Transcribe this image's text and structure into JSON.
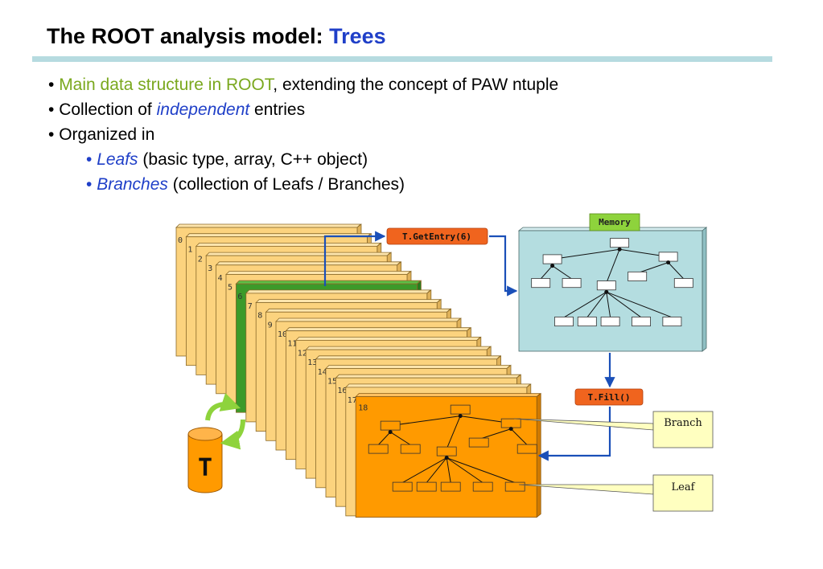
{
  "slide": {
    "title_main": "The ROOT analysis model: ",
    "title_accent": "Trees"
  },
  "bullets": [
    {
      "prefix": "Main data structure in ROOT",
      "text": ", extending the concept of PAW ntuple"
    },
    {
      "pre": "Collection of ",
      "em": "independent",
      "post": " entries"
    },
    {
      "text": "Organized in"
    }
  ],
  "sub_bullets": [
    {
      "em": "Leafs",
      "text": " (basic type, array, C++ object)"
    },
    {
      "em": "Branches",
      "text": " (collection of Leafs / Branches)"
    }
  ],
  "diagram": {
    "entry_numbers": [
      "0",
      "1",
      "2",
      "3",
      "4",
      "5",
      "6",
      "7",
      "8",
      "9",
      "10",
      "11",
      "12",
      "13",
      "14",
      "15",
      "16",
      "17",
      "18"
    ],
    "selected_entry": "6",
    "get_entry_label": "T.GetEntry(6)",
    "fill_label": "T.Fill()",
    "memory_label": "Memory",
    "branch_label": "Branch",
    "leaf_label": "Leaf",
    "tree_symbol": "T",
    "colors": {
      "page": "#fcd37e",
      "selected": "#3c9a2a",
      "active": "#ff9a00",
      "memory": "#b4dde0",
      "callout": "#ffffc0",
      "arrow": "#1a4fb8",
      "cylinder": "#ff9a00",
      "cycle": "#8ed33c"
    }
  }
}
